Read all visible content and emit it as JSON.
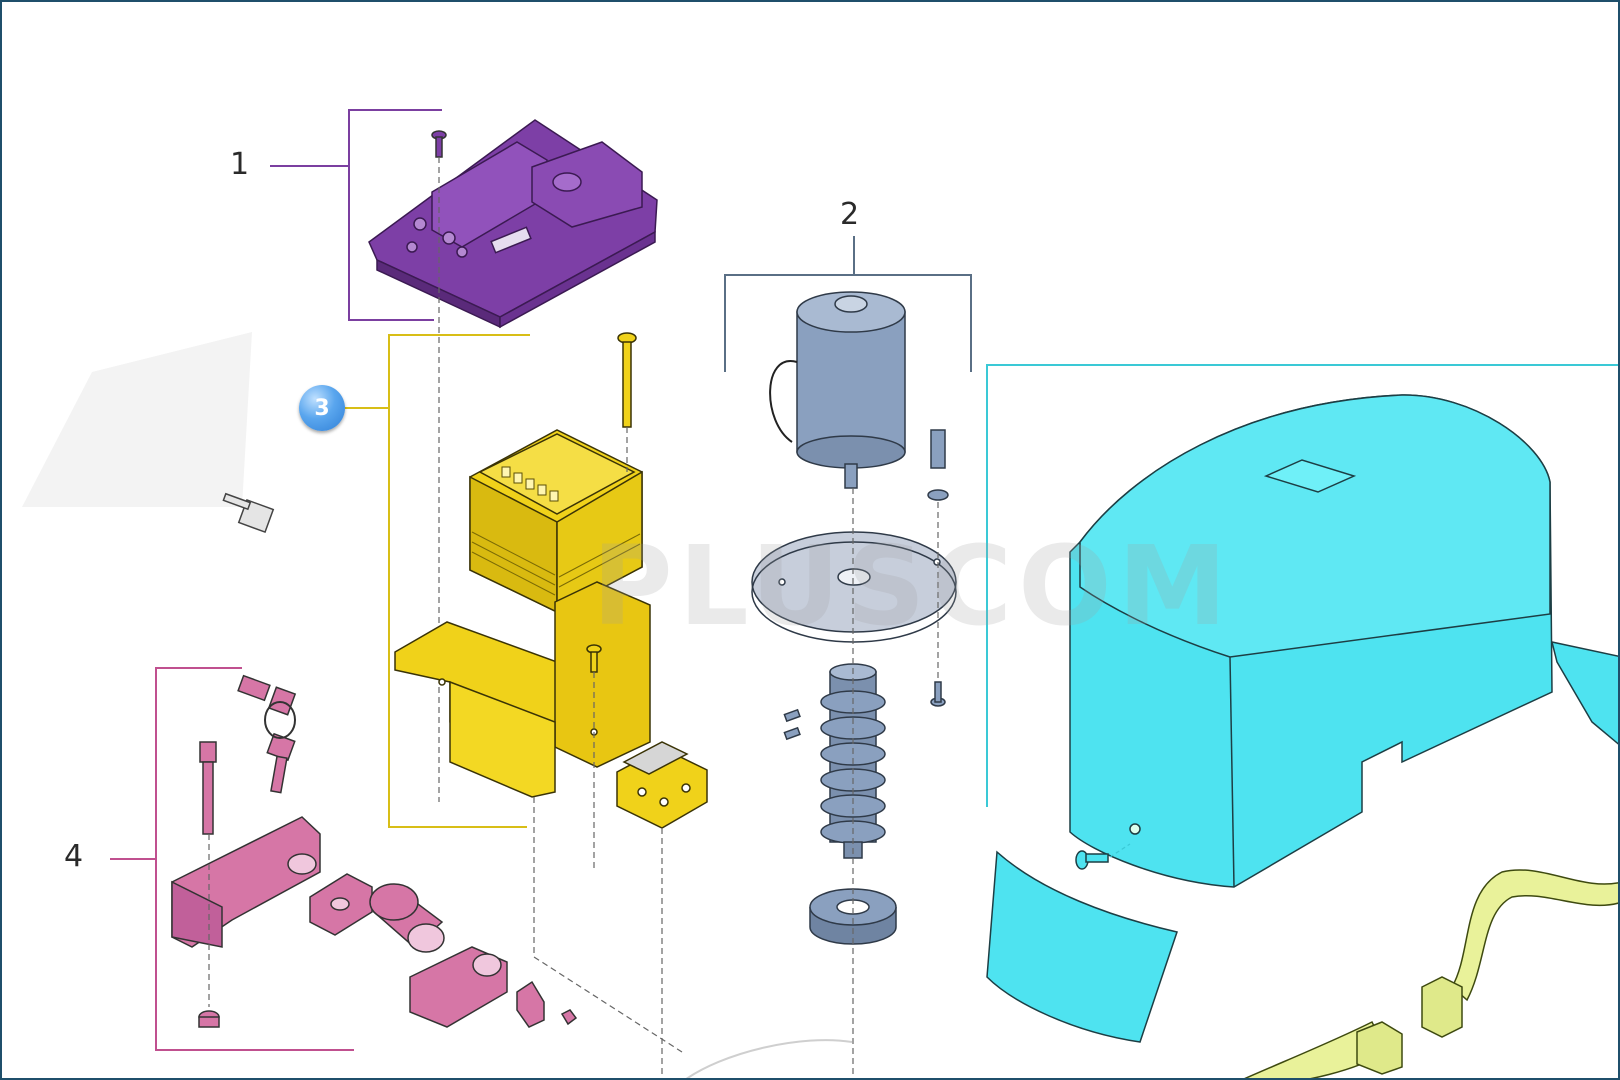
{
  "callouts": {
    "part1": "1",
    "part2": "2",
    "part3": "3",
    "part4": "4"
  },
  "watermark": "PLUSCOM",
  "colors": {
    "control_board": "#7b3fa0",
    "transformer_bracket": "#f0d21a",
    "motor": "#8aa0bf",
    "lock_parts": "#d676a6",
    "cover": "#4ee3f0",
    "rack_bracket": "#e9f29a",
    "badge": "#3d8fe0"
  },
  "icons": [
    "screw-icon",
    "key-icon",
    "keyring-icon"
  ]
}
